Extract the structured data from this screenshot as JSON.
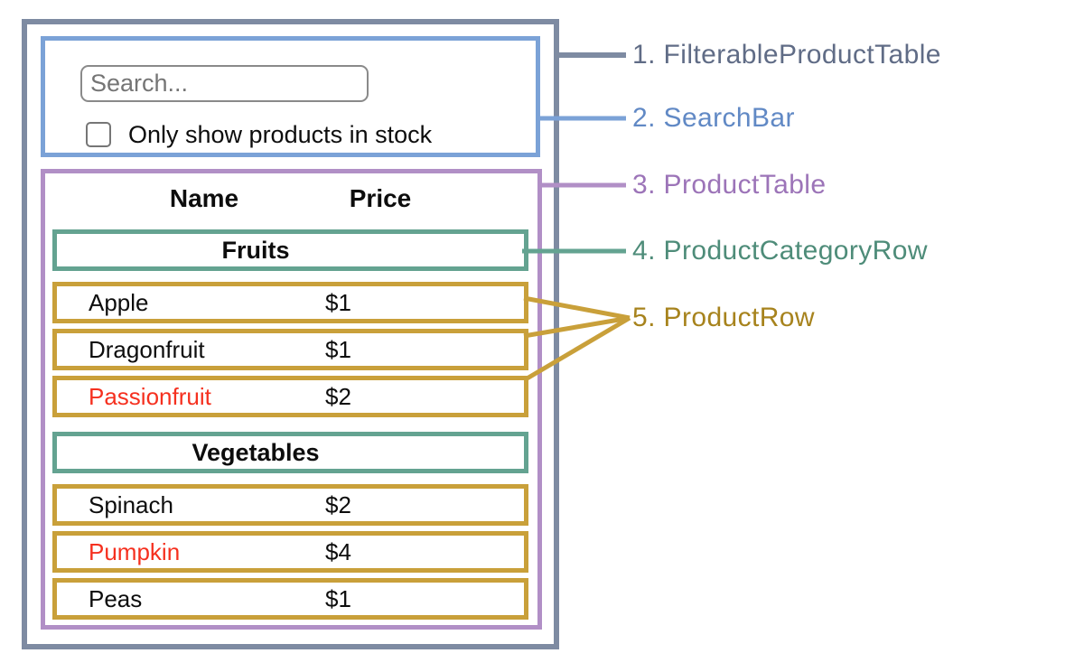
{
  "colors": {
    "gray_border": "#7e8ba2",
    "gray_label": "#606c86",
    "blue_border": "#7ba2d7",
    "blue_label": "#6189c5",
    "purple_border": "#b18fc6",
    "purple_label": "#9c74b8",
    "teal_border": "#64a391",
    "teal_label": "#4e8c79",
    "gold_border": "#c9a03a",
    "gold_label": "#a7831d",
    "red_text": "#f5301f"
  },
  "search_bar": {
    "input_placeholder": "Search...",
    "input_value": "",
    "checkbox_label": "Only show products in stock",
    "checkbox_checked": false
  },
  "table": {
    "headers": [
      "Name",
      "Price"
    ],
    "sections": [
      {
        "category": "Fruits",
        "rows": [
          {
            "name": "Apple",
            "price": "$1",
            "red": false
          },
          {
            "name": "Dragonfruit",
            "price": "$1",
            "red": false
          },
          {
            "name": "Passionfruit",
            "price": "$2",
            "red": true
          }
        ]
      },
      {
        "category": "Vegetables",
        "rows": [
          {
            "name": "Spinach",
            "price": "$2",
            "red": false
          },
          {
            "name": "Pumpkin",
            "price": "$4",
            "red": true
          },
          {
            "name": "Peas",
            "price": "$1",
            "red": false
          }
        ]
      }
    ]
  },
  "legend": {
    "items": [
      {
        "text": "1. FilterableProductTable"
      },
      {
        "text": "2. SearchBar"
      },
      {
        "text": "3. ProductTable"
      },
      {
        "text": "4. ProductCategoryRow"
      },
      {
        "text": "5. ProductRow"
      }
    ]
  }
}
